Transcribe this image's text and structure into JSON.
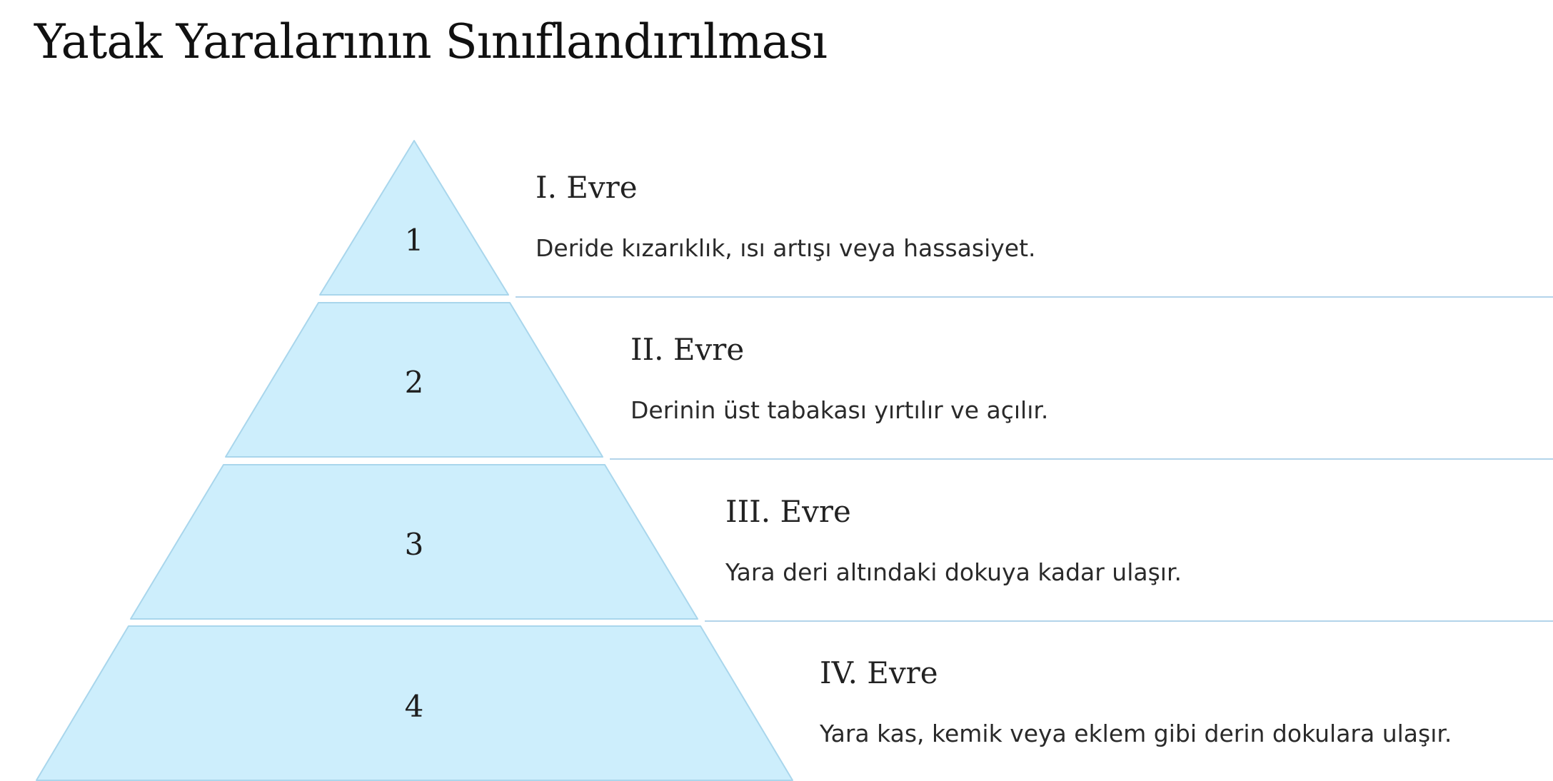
{
  "title": "Yatak Yaralarının Sınıflandırılması",
  "colors": {
    "fill": "#cdeefc",
    "stroke": "#a9d6ec",
    "divider": "#b3d4ea"
  },
  "stages": [
    {
      "number": "1",
      "title": "I. Evre",
      "description": "Deride kızarıklık, ısı artışı veya hassasiyet."
    },
    {
      "number": "2",
      "title": "II. Evre",
      "description": "Derinin üst tabakası yırtılır ve açılır."
    },
    {
      "number": "3",
      "title": "III. Evre",
      "description": "Yara deri altındaki dokuya kadar ulaşır."
    },
    {
      "number": "4",
      "title": "IV. Evre",
      "description": "Yara kas, kemik veya eklem gibi derin dokulara ulaşır."
    }
  ]
}
